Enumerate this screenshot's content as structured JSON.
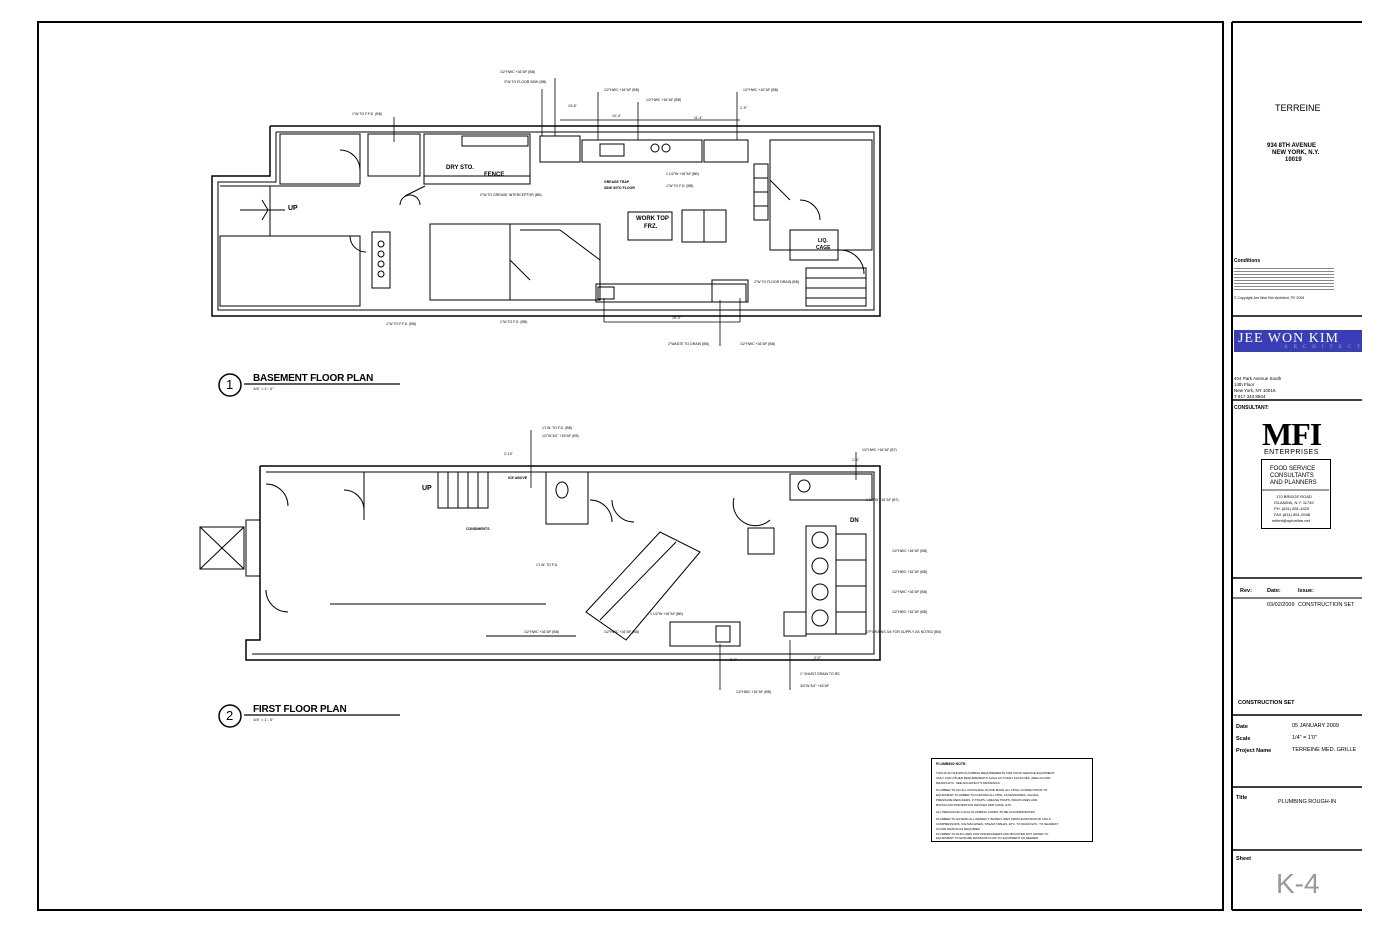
{
  "title_block": {
    "project_name": "TERREINE",
    "address_line1": "934 8TH AVENUE",
    "address_line2": "NEW YORK, N.Y.",
    "address_line3": "10019",
    "conditions_heading": "Conditions",
    "copyright": "© Copyright Jee Won Kim Architect, PC 2009",
    "architect_name": "JEE WON KIM",
    "architect_sub": "ARCHITECT",
    "architect_addr1": "404 Park Avenue South",
    "architect_addr2": "14th Floor",
    "architect_addr3": "New York, NY 10016",
    "architect_phone": "T  917 343 8504",
    "consultant_label": "CONSULTANT:",
    "consultant_logo": "MFI",
    "consultant_enterprises": "ENTERPRISES",
    "consultant_desc1": "FOOD SERVICE",
    "consultant_desc2": "CONSULTANTS",
    "consultant_desc3": "AND PLANNERS",
    "consultant_addr1": "170 BRIDGE ROAD",
    "consultant_addr2": "ISLANDIA, N.Y. 11749",
    "consultant_ph": "PH. (631) 851-4429",
    "consultant_fax": "FAX (631) 851-0948",
    "consultant_email": "mfient@optonline.net",
    "rev_label": "Rev:",
    "date_label": "Date:",
    "issue_label": "Issue:",
    "rev_date": "03/02/2009",
    "rev_issue": "CONSTRUCTION SET",
    "set_title": "CONSTRUCTION SET",
    "date_key": "Date",
    "date_value": "05 JANUARY 2009",
    "scale_key": "Scale",
    "scale_value": "1/4\" = 1'0\"",
    "project_key": "Project Name",
    "project_value": "TERREINE MED. GRILLE",
    "title_key": "Title",
    "title_value": "PLUMBING ROUGH-IN",
    "sheet_key": "Sheet",
    "sheet_value": "K-4"
  },
  "plans": {
    "basement": {
      "number": "1",
      "title": "BASEMENT FLOOR PLAN",
      "scale": "1/4\" = 1'- 0\""
    },
    "first": {
      "number": "2",
      "title": "FIRST FLOOR PLAN",
      "scale": "1/4\" = 1'- 0\""
    }
  },
  "room_labels": {
    "dry_sto": "DRY STO.",
    "fence": "FENCE",
    "up1": "UP",
    "work_top": "WORK TOP",
    "frz": "FRZ.",
    "liq_cage": "LIQ.",
    "cage": "CAGE",
    "grease_trap": "GREASE TRAP",
    "sink_into_floor": "SINK INTO FLOOR",
    "up2": "UP",
    "dn": "DN",
    "condiments": "CONDIMENTS",
    "ice_above": "ICE ABOVE"
  },
  "dims": {
    "d1": "13'-6\"",
    "d2": "10'-4\"",
    "d3": "11'-4\"",
    "d4": "1'-9\"",
    "d5": "15'-0\"",
    "d6": "2'-10\"",
    "d7": "1'-4\"",
    "d8": "2'-0\"",
    "d9": "5'-0\""
  },
  "notes": {
    "heading": "PLUMBING NOTE:",
    "n1": "THIS PLAN SHOWS PLUMBING REQUIREMENTS FOR FOOD SERVICE EQUIPMENT",
    "n2": "ONLY. FOR OTHER REQUIREMENTS SUCH AS TOILET FACILITIES, AREA FLOOR",
    "n3": "DRAINS ETC. SEE ARCHITECT'S DRAWINGS.",
    "n4": "PLUMBER TO DO ALL ROUGHING-IN AND MAKE ALL FINAL CONNECTIONS TO",
    "n5": "EQUIPMENT. PLUMBER TO FURNISH ALL PIPE, ACCESSORIES, VALVES,",
    "n6": "PRESSURE REDUCERS, P-TRAPS, GREASE TRAPS, DRAIN LINES AND",
    "n7": "BACKFLOW PREVENTION DEVICES PER CODE, ETC.",
    "n8": "ALL PREVAILING LOCAL PLUMBING CODES TO BE ACCOMMODATED.",
    "n9": "PLUMBER TO EXTEND ALL INDIRECT WATER LINES FROM EVAPORATOR COILS,",
    "n10": "COMPRESSORS, ICE MACHINES, STEAM TABLES, ETC. TO DRAIN ETC. TO NEAREST",
    "n11": "FLOOR DRAINS AS REQUIRED.",
    "n12": "PLUMBER TO RUN LINES FOR DISHWASHERS AND BOOSTER HOT WATER TO",
    "n13": "EQUIPMENT TO ENSURE MAXIMUM FLOW TO EQUIPMENT AS NEEDED."
  },
  "callouts": {
    "c1": "1/2\"HWC +16\"AF (BB)",
    "c2": "3\"W TO FLOOR SINK (BB)",
    "c3": "1/2\"HWC +16\"AF (BB)",
    "c4": "1/2\"HWC +16\"AF (BB)",
    "c5": "1/2\"HWC +16\"AF (BB)",
    "c6": "1\"W TO F.F.D. (BB)",
    "c7": "2\"W TO GREASE INTERCEPTOR (BB)",
    "c8": "1 1/2\"W +16\"AF (BB)",
    "c9": "1\"W TO F.D. (BB)",
    "c10": "2\"W TO FLOOR DRAIN (BB)",
    "c11": "1\"W TO F.F.D. (BB)",
    "c12": "1\"W TO F.D. (BB)",
    "c13": "2\"WASTE TO DRAIN (BB)",
    "c14": "1/2\"HWC +16\"AF (BB)",
    "c15": "1\"I.W. TO F.D. (BB)",
    "c16": "1/2\"HWC +16\"AF (B7)",
    "c17": "1 1/2\"W +16\"AF (B7)",
    "c18": "1/2\"W 3/4\" +16\"AF (B5)",
    "c19": "1/2\"HWC +16\"AF (BB)",
    "c20": "1\"I.W. TO F.D.",
    "c21": "1 1/2\"W +16\"AF (BB)",
    "c22": "1/2\"HWC +16\"AF (BB)",
    "c23": "1\" SHUNT DRAIN TO RS",
    "c24": "3/4\"W 3/4\" +16\"AF",
    "c25": "1/2\"HWC +16\"AF (BB)",
    "c26": "1/2\"HWC +16\"AF (BB)",
    "c27": "1/2\"HWC +16\"AF (BB)",
    "c28": "1/2\"HWC +16\"AF (BB)",
    "c29": "1\"P DRAINS 3/4 FOR SUPPLY AS NOTED (BB)",
    "c30": "1/2\"HWC +16\"AF (BB)"
  },
  "colors": {
    "line": "#000000",
    "architect_bg": "#3a3db8",
    "sheet_number": "#999999"
  }
}
